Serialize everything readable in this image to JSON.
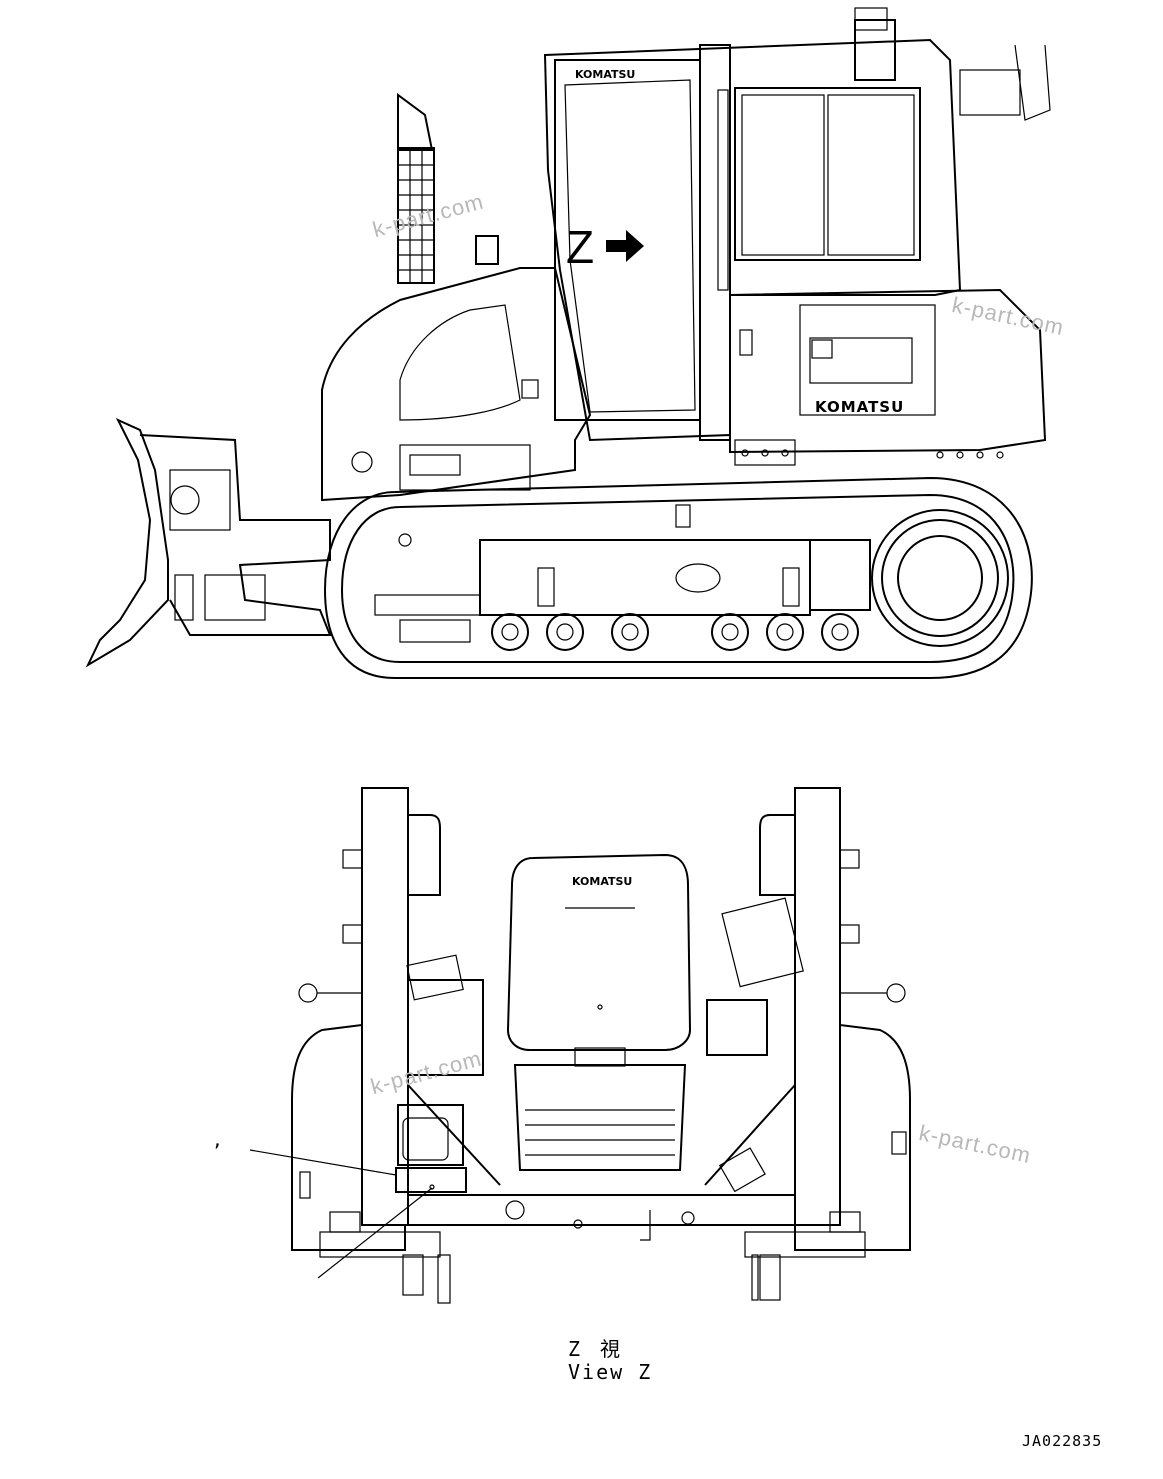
{
  "side_view": {
    "view_marker": "Z",
    "brand_cab": "KOMATSU",
    "brand_body": "KOMATSU"
  },
  "rear_view": {
    "brand_seat": "KOMATSU",
    "leader_mark": ","
  },
  "caption": {
    "jp": "Z　視",
    "en": "View Z"
  },
  "drawing_number": "JA022835",
  "watermarks": [
    "k-part.com",
    "k-part.com",
    "k-part.com",
    "k-part.com"
  ]
}
